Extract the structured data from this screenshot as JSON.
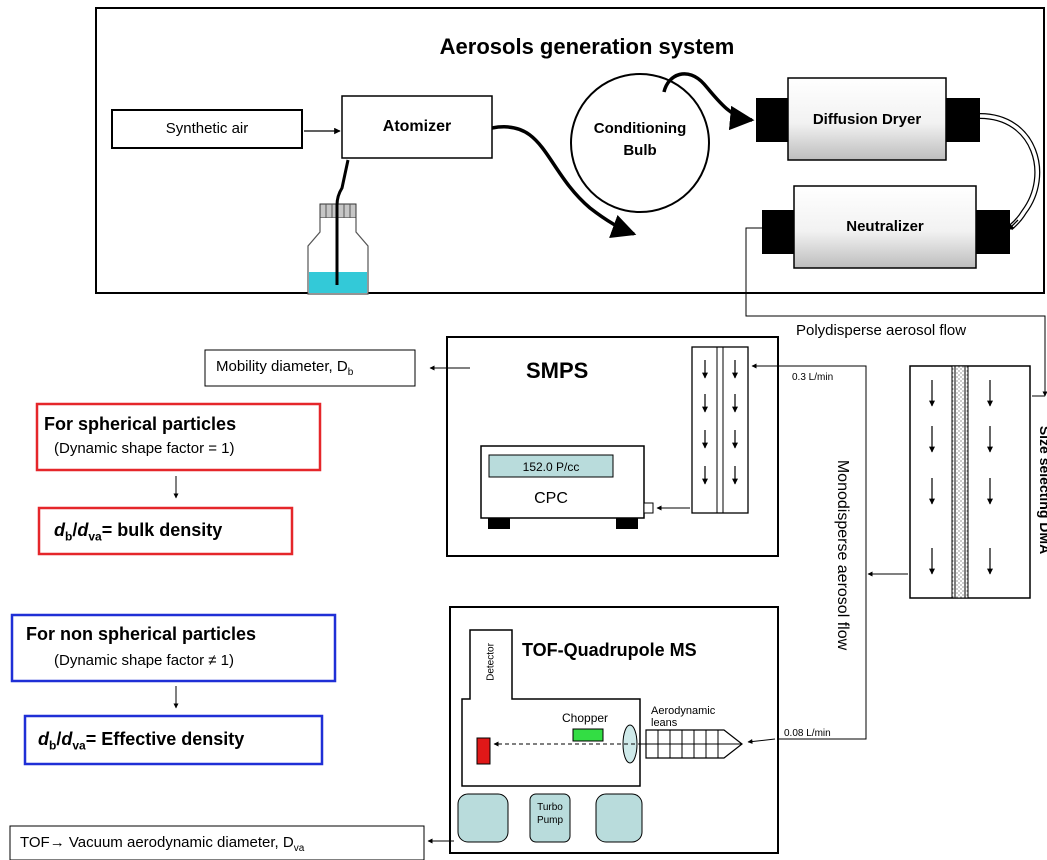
{
  "title": "Aerosols generation system",
  "components": {
    "synthetic_air": "Synthetic air",
    "atomizer": "Atomizer",
    "conditioning_bulb_line1": "Conditioning",
    "conditioning_bulb_line2": "Bulb",
    "diffusion_dryer": "Diffusion Dryer",
    "neutralizer": "Neutralizer",
    "smps": "SMPS",
    "cpc_label": "CPC",
    "cpc_display": "152.0   P/cc",
    "dma_label": "Size  selecting DMA",
    "tof_ms": "TOF-Quadrupole MS",
    "detector": "Detector",
    "chopper": "Chopper",
    "lens_line1": "Aerodynamic",
    "lens_line2": "leans",
    "turbo_line1": "Turbo",
    "turbo_line2": "Pump"
  },
  "flows": {
    "polydisperse": "Polydisperse aerosol flow",
    "monodisperse": "Monodisperse aerosol flow",
    "smps_rate": "0.3 L/min",
    "tof_rate": "0.08 L/min"
  },
  "outputs": {
    "mobility_text": "Mobility diameter, D",
    "mobility_sub": "b",
    "tof_text": "TOF→ Vacuum aerodynamic diameter, D",
    "tof_sub": "va"
  },
  "spherical": {
    "heading": "For spherical particles",
    "note": "(Dynamic shape factor = 1)",
    "result_d1": "d",
    "result_sub1": "b",
    "result_slash": "/",
    "result_d2": "d",
    "result_sub2": "va",
    "result_tail": "= bulk density",
    "border_color": "#e5262a"
  },
  "nonspherical": {
    "heading": "For non spherical particles",
    "note": "(Dynamic shape factor ≠ 1)",
    "result_d1": "d",
    "result_sub1": "b",
    "result_slash": "/",
    "result_d2": "d",
    "result_sub2": "va",
    "result_tail": "= Effective density",
    "border_color": "#1f2fd6"
  },
  "colors": {
    "liquid": "#33c9d8",
    "chopper": "#33dd44",
    "detector_target": "#e01818",
    "pump": "#b9dcdc",
    "cpc_display": "#b9dcdc"
  }
}
